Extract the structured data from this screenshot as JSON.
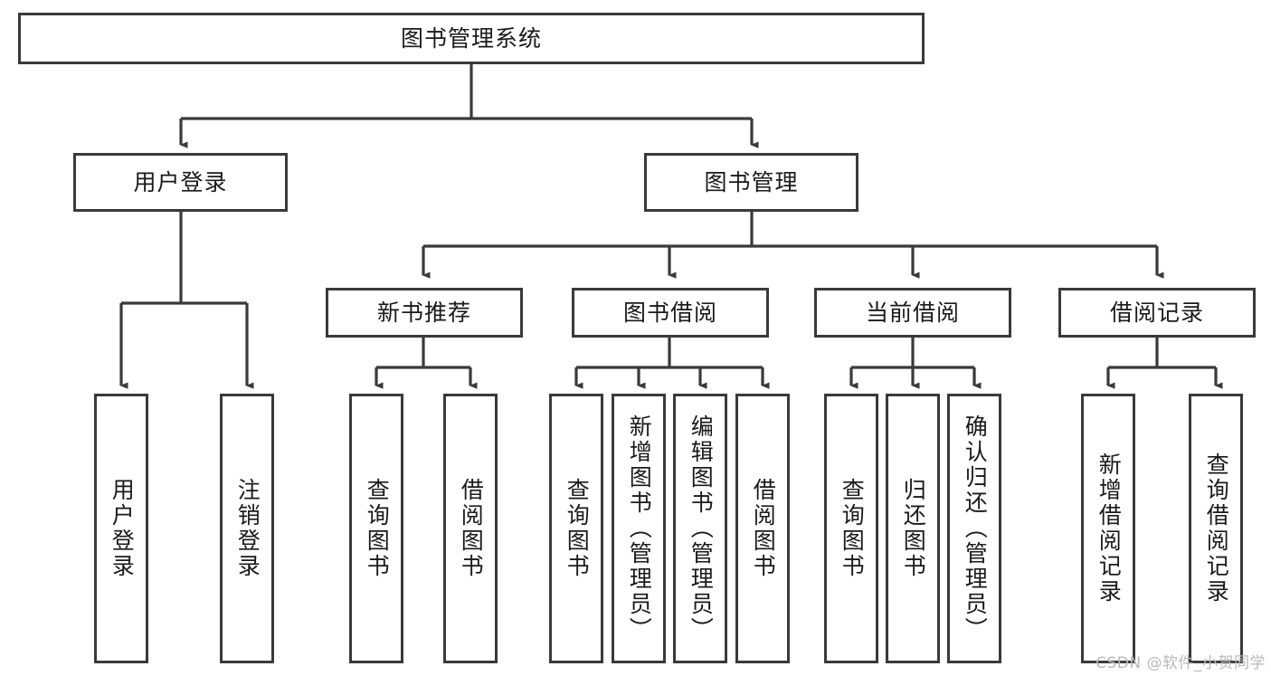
{
  "diagram": {
    "type": "tree-hierarchy",
    "title": "图书管理系统",
    "orientation": "top-down",
    "line_color": "#3a3a3a",
    "box_fill": "#ffffff",
    "text_color": "#1a1a1a",
    "root": {
      "id": "root",
      "label": "图书管理系统",
      "text_direction": "horizontal"
    },
    "level1": [
      {
        "id": "user-login",
        "label": "用户登录",
        "text_direction": "horizontal"
      },
      {
        "id": "book-management",
        "label": "图书管理",
        "text_direction": "horizontal"
      }
    ],
    "level2": [
      {
        "id": "new-book-recommend",
        "label": "新书推荐",
        "parent": "book-management",
        "text_direction": "horizontal"
      },
      {
        "id": "book-borrow",
        "label": "图书借阅",
        "parent": "book-management",
        "text_direction": "horizontal"
      },
      {
        "id": "current-borrow",
        "label": "当前借阅",
        "parent": "book-management",
        "text_direction": "horizontal"
      },
      {
        "id": "borrow-record",
        "label": "借阅记录",
        "parent": "book-management",
        "text_direction": "horizontal"
      }
    ],
    "leaves": [
      {
        "id": "leaf-user-login",
        "label": "用户登录",
        "parent": "user-login",
        "text_direction": "vertical"
      },
      {
        "id": "leaf-logout",
        "label": "注销登录",
        "parent": "user-login",
        "text_direction": "vertical"
      },
      {
        "id": "leaf-query-book-1",
        "label": "查询图书",
        "parent": "new-book-recommend",
        "text_direction": "vertical"
      },
      {
        "id": "leaf-borrow-book-1",
        "label": "借阅图书",
        "parent": "new-book-recommend",
        "text_direction": "vertical"
      },
      {
        "id": "leaf-query-book-2",
        "label": "查询图书",
        "parent": "book-borrow",
        "text_direction": "vertical"
      },
      {
        "id": "leaf-add-book",
        "label": "新增图书（管理员）",
        "parent": "book-borrow",
        "text_direction": "vertical"
      },
      {
        "id": "leaf-edit-book",
        "label": "编辑图书（管理员）",
        "parent": "book-borrow",
        "text_direction": "vertical"
      },
      {
        "id": "leaf-borrow-book-2",
        "label": "借阅图书",
        "parent": "book-borrow",
        "text_direction": "vertical"
      },
      {
        "id": "leaf-query-book-3",
        "label": "查询图书",
        "parent": "current-borrow",
        "text_direction": "vertical"
      },
      {
        "id": "leaf-return-book",
        "label": "归还图书",
        "parent": "current-borrow",
        "text_direction": "vertical"
      },
      {
        "id": "leaf-confirm-return",
        "label": "确认归还（管理员）",
        "parent": "current-borrow",
        "text_direction": "vertical"
      },
      {
        "id": "leaf-add-record",
        "label": "新增借阅记录",
        "parent": "borrow-record",
        "text_direction": "vertical"
      },
      {
        "id": "leaf-query-record",
        "label": "查询借阅记录",
        "parent": "borrow-record",
        "text_direction": "vertical"
      }
    ]
  },
  "watermark": {
    "text": "CSDN @软件_小贺同学"
  }
}
